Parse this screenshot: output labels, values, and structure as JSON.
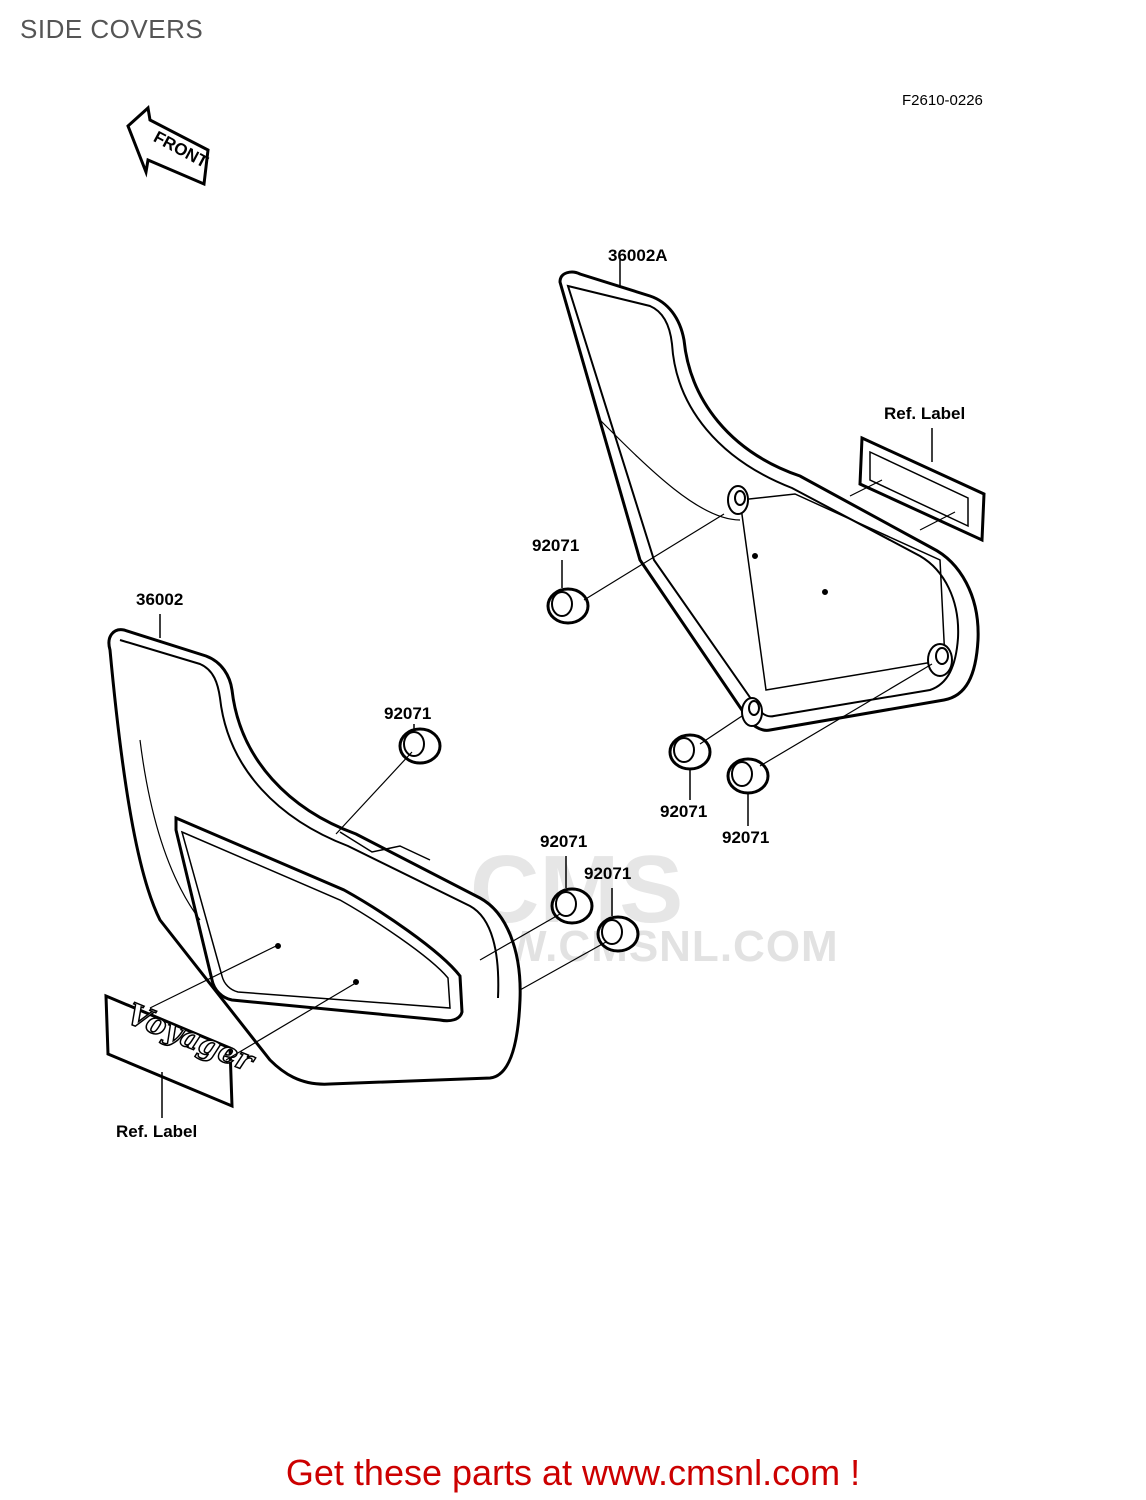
{
  "page": {
    "title": "SIDE COVERS",
    "diagram_code": "F2610-0226"
  },
  "front_arrow": {
    "label": "FRONT"
  },
  "parts": {
    "cover_right": "36002A",
    "cover_left": "36002",
    "grommet_1": "92071",
    "grommet_2": "92071",
    "grommet_3": "92071",
    "grommet_4": "92071",
    "grommet_5": "92071",
    "grommet_6": "92071",
    "ref_label_right": "Ref. Label",
    "ref_label_left": "Ref. Label",
    "emblem": "Voyager"
  },
  "watermark": {
    "brand": "CMS",
    "site": "WWW.CMSNL.COM"
  },
  "footer": {
    "text": "Get these parts at www.cmsnl.com !"
  }
}
